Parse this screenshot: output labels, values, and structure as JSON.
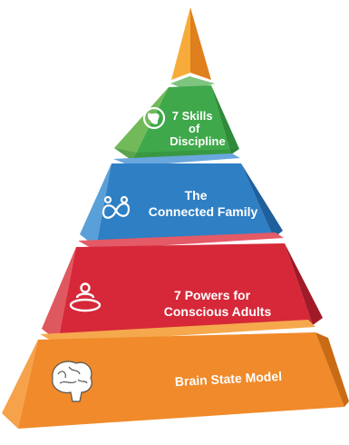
{
  "pyramid": {
    "levels": [
      {
        "id": "discipline",
        "lines": [
          "7 Skills",
          "of",
          "Discipline"
        ],
        "icon": "globe-icon",
        "color": "#3fa84a"
      },
      {
        "id": "family",
        "lines": [
          "The",
          "Connected Family"
        ],
        "icon": "infinity-people-icon",
        "color": "#2f7fc4"
      },
      {
        "id": "powers",
        "lines": [
          "7 Powers for",
          "Conscious Adults"
        ],
        "icon": "person-circle-icon",
        "color": "#d62839"
      },
      {
        "id": "brain",
        "lines": [
          "Brain State Model"
        ],
        "icon": "brain-icon",
        "color": "#f08a2a"
      }
    ],
    "apex_color": "#f39b2b"
  }
}
